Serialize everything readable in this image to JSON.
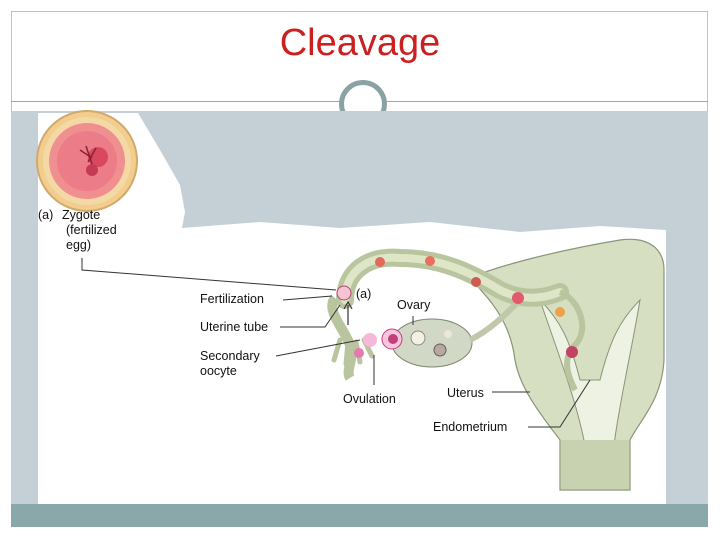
{
  "slide": {
    "title": "Cleavage"
  },
  "figure": {
    "zygote_label": [
      "(a)",
      "Zygote",
      "(fertilized",
      "egg)"
    ],
    "labels": {
      "fertilization": "Fertilization",
      "a_marker": "(a)",
      "ovary": "Ovary",
      "uterine_tube": "Uterine tube",
      "secondary_oocyte_1": "Secondary",
      "secondary_oocyte_2": "oocyte",
      "ovulation": "Ovulation",
      "uterus": "Uterus",
      "endometrium": "Endometrium"
    }
  },
  "colors": {
    "title": "#cc1f1f",
    "background_panel": "#c4d0d6",
    "footer_bar": "#8aa8aa",
    "accent_circle": "#8aa2a4"
  }
}
